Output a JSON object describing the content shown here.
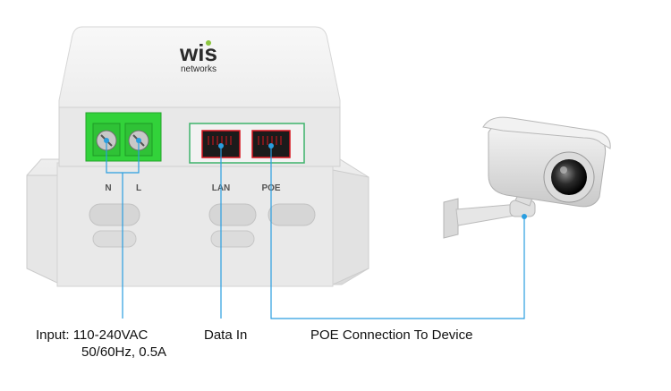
{
  "device": {
    "brand_top": "wis",
    "brand_bottom": "networks",
    "terminal_n": "N",
    "terminal_l": "L",
    "port_lan": "LAN",
    "port_poe": "POE"
  },
  "labels": {
    "input_line1": "Input: 110-240VAC",
    "input_line2": "50/60Hz, 0.5A",
    "data_in": "Data In",
    "poe_connection": "POE Connection To Device"
  },
  "colors": {
    "leader": "#2a9ee0",
    "terminal_green": "#32d23a",
    "port_red": "#d7141e",
    "housing": "#ececec"
  }
}
